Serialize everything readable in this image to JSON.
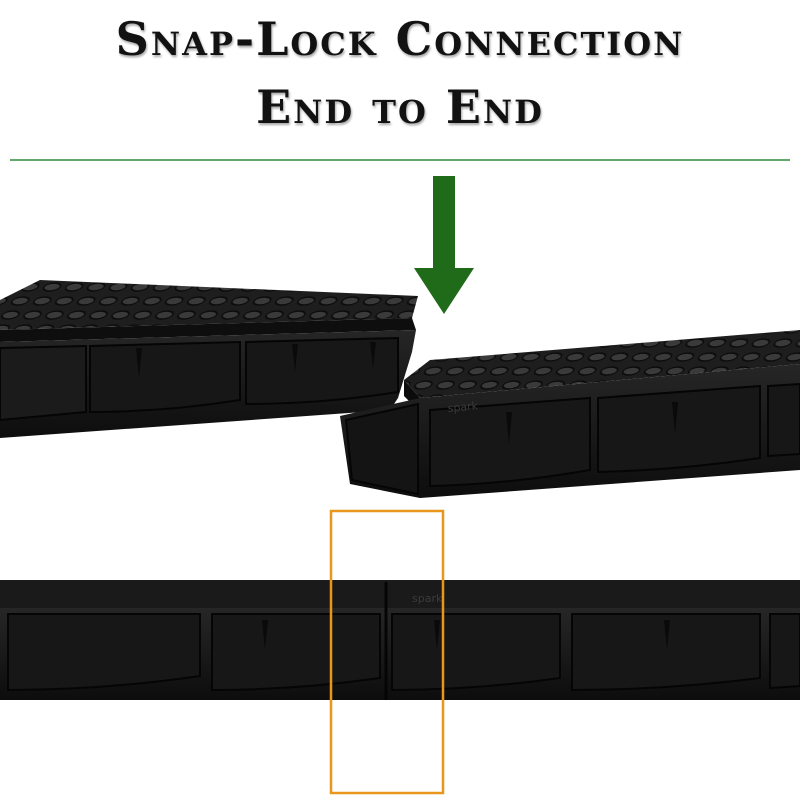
{
  "title": {
    "line1": "Snap-Lock Connection",
    "line2": "End to End"
  },
  "brand_mark": "spark",
  "colors": {
    "divider": "#2e8b3a",
    "arrow": "#1f6b1a",
    "highlight_box": "#e8961c",
    "channel_body": "#1a1a1a",
    "grate": "#222222"
  },
  "icons": {
    "arrow": "down-arrow-icon",
    "box": "highlight-box"
  }
}
